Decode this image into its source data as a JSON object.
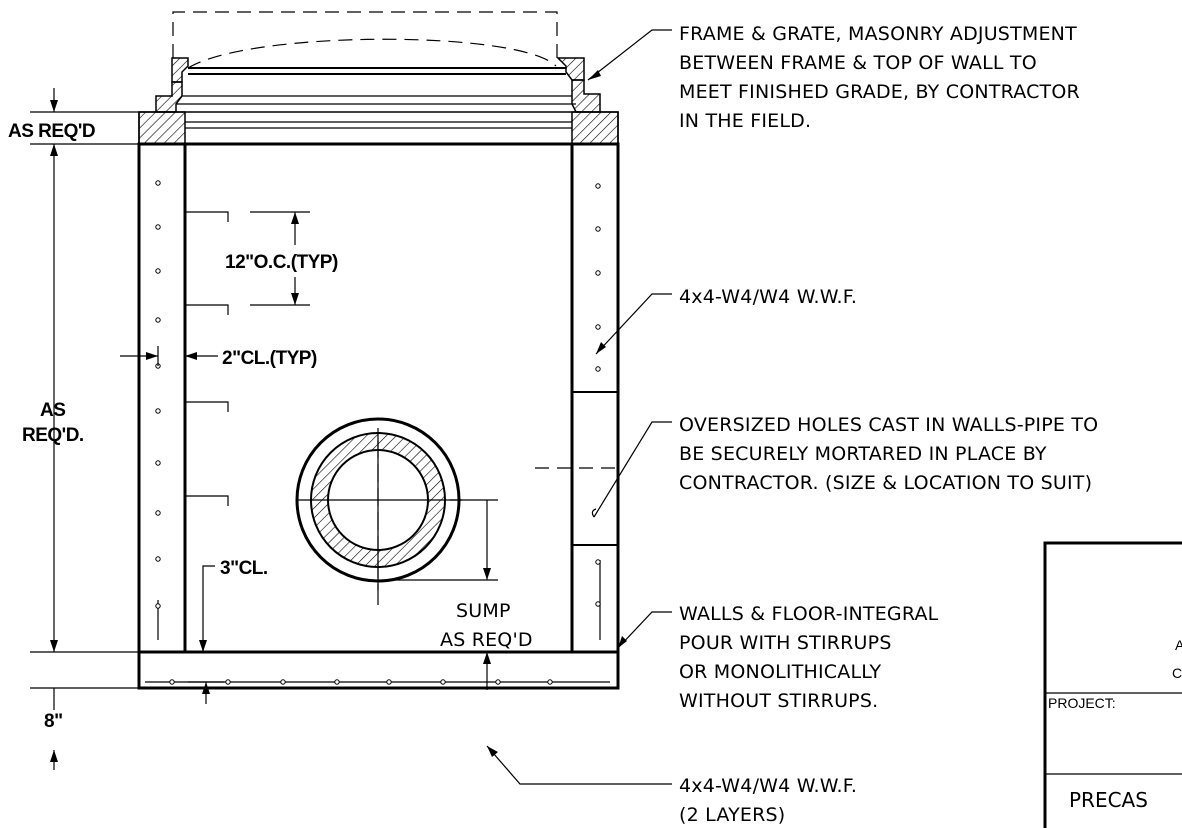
{
  "drawing": {
    "notes": {
      "frame_grate": [
        "FRAME & GRATE, MASONRY ADJUSTMENT",
        "BETWEEN FRAME & TOP OF WALL TO",
        "MEET FINISHED GRADE, BY CONTRACTOR",
        "IN THE FIELD."
      ],
      "wwf_wall": "4x4-W4/W4 W.W.F.",
      "oversized_holes": [
        "OVERSIZED HOLES CAST IN WALLS-PIPE TO",
        "BE SECURELY MORTARED IN PLACE BY",
        "CONTRACTOR. (SIZE & LOCATION TO SUIT)"
      ],
      "walls_floor": [
        "WALLS & FLOOR-INTEGRAL",
        "POUR WITH STIRRUPS",
        "OR MONOLITHICALLY",
        "WITHOUT STIRRUPS."
      ],
      "wwf_floor": [
        "4x4-W4/W4 W.W.F.",
        "(2 LAYERS)"
      ],
      "sump": [
        "SUMP",
        "AS REQ'D"
      ]
    },
    "dimensions": {
      "adjustment": "AS REQ'D",
      "wall_height": [
        "AS",
        "REQ'D."
      ],
      "spacing": "12\"O.C.(TYP)",
      "clear_2": "2\"CL.(TYP)",
      "clear_3": "3\"CL.",
      "floor": "8\""
    },
    "title_block": {
      "project_label": "PROJECT:",
      "title_fragment": "PRECAS",
      "partial_a": "A",
      "partial_c": "C"
    }
  }
}
